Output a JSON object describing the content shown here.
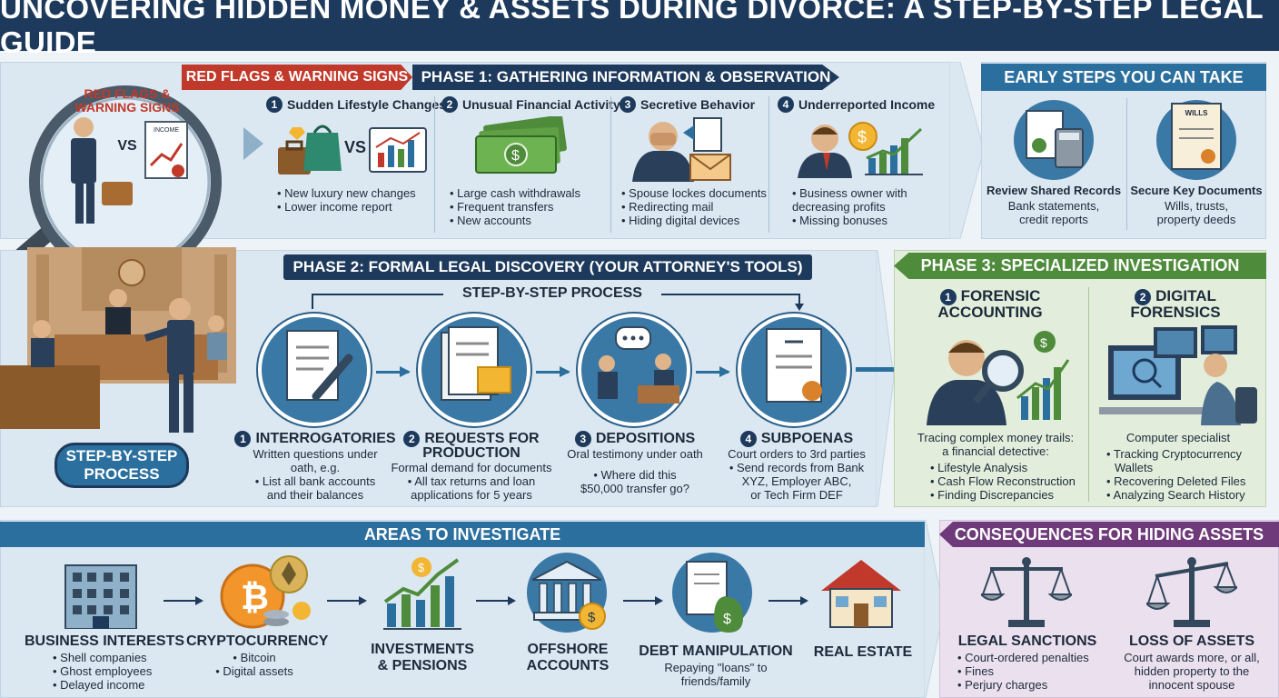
{
  "title": "UNCOVERING HIDDEN MONEY & ASSETS DURING DIVORCE: A STEP-BY-STEP LEGAL GUIDE",
  "colors": {
    "navy": "#1d3a5c",
    "blue": "#2b6f9e",
    "red": "#c0392b",
    "green": "#4e8b3a",
    "purple": "#6e3a7a",
    "panel": "#dbe8f2"
  },
  "red_flags": {
    "banner": "RED FLAGS & WARNING SIGNS",
    "lens_label": "RED FLAGS & WARNING SIGNS",
    "lens_vs": "VS",
    "lens_doc": "INCOME"
  },
  "phase1": {
    "banner": "PHASE 1: GATHERING INFORMATION & OBSERVATION",
    "items": [
      {
        "num": "1",
        "title": "Sudden Lifestyle Changes",
        "vs": "VS",
        "bullets": [
          "• New luxury new changes",
          "• Lower income report"
        ]
      },
      {
        "num": "2",
        "title": "Unusual Financial Activity",
        "bullets": [
          "• Large cash withdrawals",
          "• Frequent transfers",
          "• New accounts"
        ]
      },
      {
        "num": "3",
        "title": "Secretive Behavior",
        "bullets": [
          "• Spouse lockes documents",
          "• Redirecting mail",
          "• Hiding digital devices"
        ]
      },
      {
        "num": "4",
        "title": "Underreported Income",
        "bullets": [
          "• Business owner with",
          "  decreasing profits",
          "• Missing bonuses"
        ]
      }
    ]
  },
  "early_steps": {
    "banner": "EARLY STEPS YOU CAN TAKE",
    "items": [
      {
        "title": "Review Shared Records",
        "desc": [
          "Bank statements,",
          "credit reports"
        ]
      },
      {
        "title": "Secure Key Documents",
        "desc": [
          "Wills, trusts,",
          "property deeds"
        ],
        "doc": "WILLS"
      }
    ]
  },
  "phase2": {
    "banner": "PHASE 2: FORMAL LEGAL DISCOVERY (YOUR ATTORNEY'S TOOLS)",
    "process_label": "STEP-BY-STEP PROCESS",
    "side_badge": [
      "STEP-BY-STEP",
      "PROCESS"
    ],
    "steps": [
      {
        "num": "1",
        "title": "INTERROGATORIES",
        "lines": [
          "Written questions under",
          "oath, e.g.",
          "• List all bank accounts",
          "and their balances"
        ]
      },
      {
        "num": "2",
        "title": "REQUESTS FOR",
        "title2": "PRODUCTION",
        "lines": [
          "Formal demand for documents",
          "• All tax returns and loan",
          "applications for 5 years"
        ]
      },
      {
        "num": "3",
        "title": "DEPOSITIONS",
        "lines": [
          "Oral testimony under oath",
          "",
          "• Where did this",
          "$50,000 transfer go?"
        ]
      },
      {
        "num": "4",
        "title": "SUBPOENAS",
        "lines": [
          "Court orders to 3rd parties",
          "• Send records from Bank",
          "XYZ, Employer ABC,",
          "or Tech Firm DEF"
        ]
      }
    ]
  },
  "phase3": {
    "banner": "PHASE 3: SPECIALIZED INVESTIGATION",
    "items": [
      {
        "num": "1",
        "title": "FORENSIC",
        "title2": "ACCOUNTING",
        "lines": [
          "Tracing complex money trails:",
          "a financial detective:",
          "• Lifestyle Analysis",
          "• Cash Flow Reconstruction",
          "• Finding Discrepancies"
        ]
      },
      {
        "num": "2",
        "title": "DIGITAL",
        "title2": "FORENSICS",
        "lines": [
          "Computer specialist",
          "• Tracking Cryptocurrency",
          "Wallets",
          "• Recovering Deleted Files",
          "• Analyzing Search History"
        ]
      }
    ]
  },
  "areas": {
    "banner": "AREAS TO INVESTIGATE",
    "items": [
      {
        "title": "BUSINESS INTERESTS",
        "lines": [
          "• Shell companies",
          "• Ghost employees",
          "• Delayed income"
        ]
      },
      {
        "title": "CRYPTOCURRENCY",
        "lines": [
          "• Bitcoin",
          "• Digital assets"
        ]
      },
      {
        "title": "INVESTMENTS",
        "title2": "& PENSIONS",
        "lines": []
      },
      {
        "title": "OFFSHORE",
        "title2": "ACCOUNTS",
        "lines": []
      },
      {
        "title": "DEBT MANIPULATION",
        "lines": [
          "Repaying \"loans\" to",
          "friends/family"
        ]
      },
      {
        "title": "REAL ESTATE",
        "lines": []
      }
    ]
  },
  "consequences": {
    "banner": "CONSEQUENCES FOR HIDING ASSETS",
    "items": [
      {
        "title": "LEGAL SANCTIONS",
        "lines": [
          "• Court-ordered penalties",
          "• Fines",
          "• Perjury charges"
        ]
      },
      {
        "title": "LOSS OF ASSETS",
        "lines": [
          "Court awards more, or all,",
          "hidden property to the",
          "innocent spouse"
        ]
      }
    ]
  }
}
